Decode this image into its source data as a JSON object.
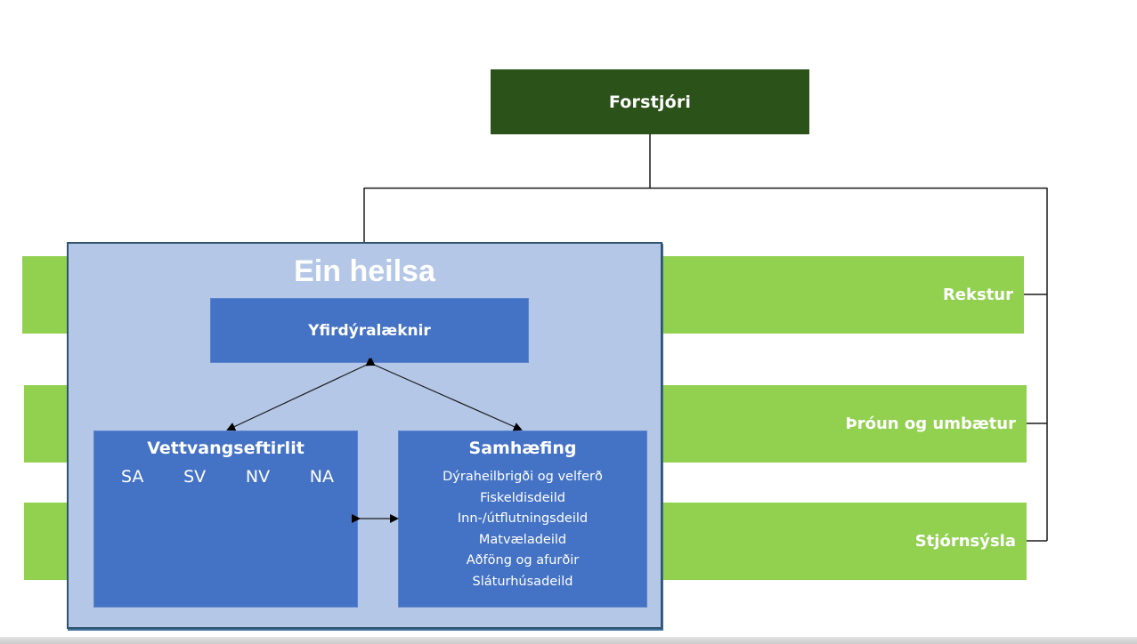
{
  "chart": {
    "ceo": "Forstjóri",
    "side_units": [
      {
        "label": "Rekstur"
      },
      {
        "label": "Þróun og umbætur"
      },
      {
        "label": "Stjórnsýsla"
      }
    ],
    "one_health": {
      "title": "Ein heilsa",
      "chief": "Yfirdýralæknir",
      "field_inspection": {
        "title": "Vettvangseftirlit",
        "regions": [
          "SA",
          "SV",
          "NV",
          "NA"
        ]
      },
      "coordination": {
        "title": "Samhæfing",
        "departments": [
          "Dýraheilbrigði og velferð",
          "Fiskeldisdeild",
          "Inn-/útflutningsdeild",
          "Matvæladeild",
          "Aðföng og afurðir",
          "Sláturhúsadeild"
        ]
      }
    }
  },
  "colors": {
    "ceo_box": "#2b5219",
    "support_units": "#92d050",
    "one_health_bg": "#b4c7e7",
    "inner_units": "#4472c4",
    "connector": "#000000"
  }
}
